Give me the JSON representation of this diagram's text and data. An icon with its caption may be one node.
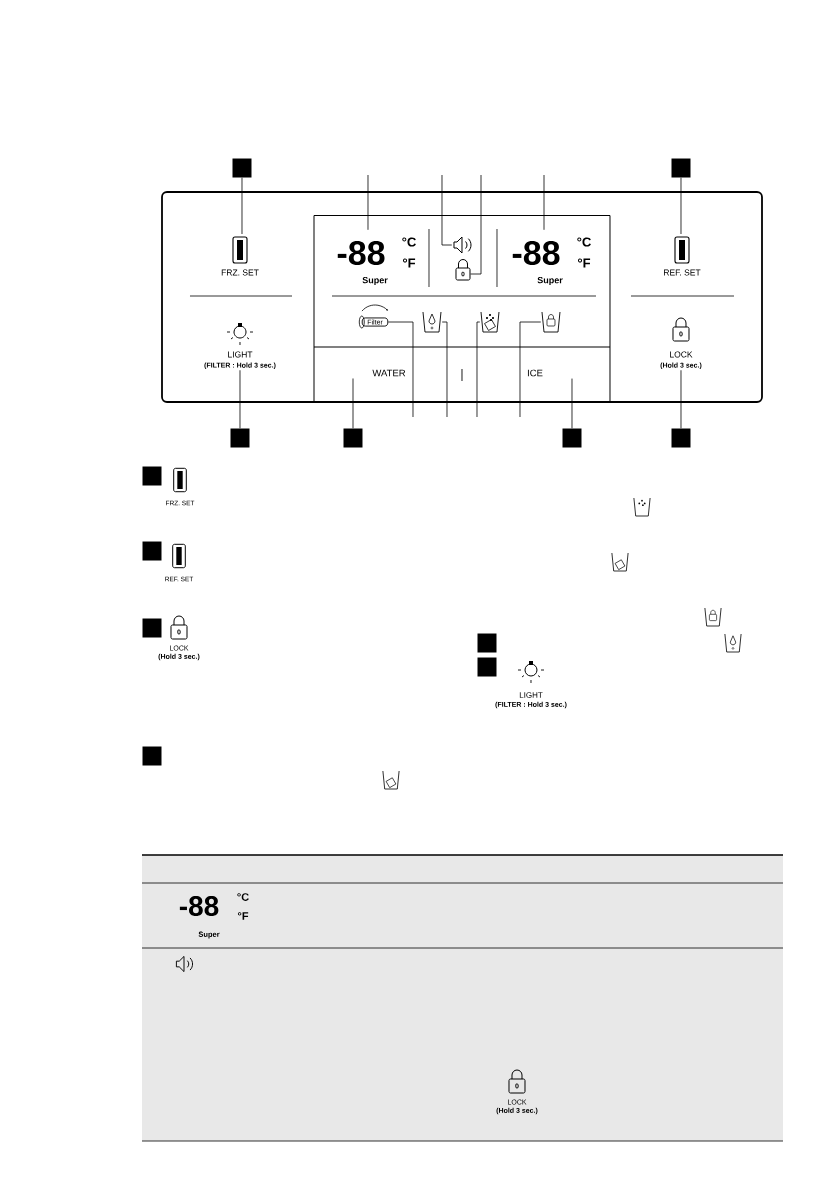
{
  "diagram": {
    "nodes": [
      {
        "text": [],
        "shape": "box"
      },
      {
        "text": [],
        "shape": "box"
      },
      {
        "text": [
          "FRZ. SET"
        ]
      },
      {
        "text": [
          "-88",
          "°C",
          "°F",
          "Super"
        ]
      },
      {
        "text": [],
        "shape": "picture"
      },
      {
        "text": [
          "0"
        ]
      },
      {
        "text": [
          "-88",
          "°C",
          "°F",
          "Super"
        ]
      },
      {
        "text": [
          "REF. SET"
        ]
      },
      {
        "text": [
          "Filter"
        ]
      },
      {
        "text": [],
        "shape": "picture"
      },
      {
        "text": [],
        "shape": "picture"
      },
      {
        "text": [],
        "shape": "picture"
      },
      {
        "text": [
          "LIGHT",
          "(FILTER : Hold 3 sec.)"
        ]
      },
      {
        "text": [
          "0",
          "LOCK",
          "(Hold 3 sec.)"
        ]
      },
      {
        "text": [
          "WATER"
        ]
      },
      {
        "text": [
          "ICE"
        ]
      },
      {
        "text": [],
        "shape": "box"
      },
      {
        "text": [],
        "shape": "box"
      },
      {
        "text": [],
        "shape": "box"
      },
      {
        "text": [],
        "shape": "box"
      },
      {
        "text": [],
        "shape": "box"
      },
      {
        "text": [],
        "shape": "box"
      },
      {
        "text": [],
        "shape": "box"
      },
      {
        "text": [],
        "shape": "box"
      },
      {
        "text": [],
        "shape": "box"
      },
      {
        "text": [],
        "shape": "box"
      }
    ],
    "edges": [
      {
        "from": 0,
        "to": 2,
        "arrow": "none"
      },
      {
        "from": 1,
        "to": 7,
        "arrow": "none"
      },
      {
        "from": null,
        "to": 3,
        "arrow": "none"
      },
      {
        "from": null,
        "to": 4,
        "arrow": "none"
      },
      {
        "from": null,
        "to": 5,
        "arrow": "none"
      },
      {
        "from": null,
        "to": 6,
        "arrow": "none"
      },
      {
        "from": null,
        "to": 8,
        "arrow": "none"
      },
      {
        "from": null,
        "to": 9,
        "arrow": "none"
      },
      {
        "from": null,
        "to": 10,
        "arrow": "none"
      },
      {
        "from": null,
        "to": 11,
        "arrow": "none"
      },
      {
        "from": 16,
        "to": 12,
        "arrow": "none"
      },
      {
        "from": 17,
        "to": 14,
        "arrow": "none"
      },
      {
        "from": 18,
        "to": 15,
        "arrow": "none"
      },
      {
        "from": 19,
        "to": 13,
        "arrow": "none"
      }
    ],
    "labels": [
      "FRZ. SET",
      "REF. SET",
      "0",
      "LOCK",
      "(Hold 3 sec.)",
      "LIGHT",
      "(FILTER : Hold 3 sec.)",
      "-88",
      "°C",
      "°F",
      "Super",
      "0",
      "LOCK",
      "(Hold 3 sec.)"
    ]
  }
}
